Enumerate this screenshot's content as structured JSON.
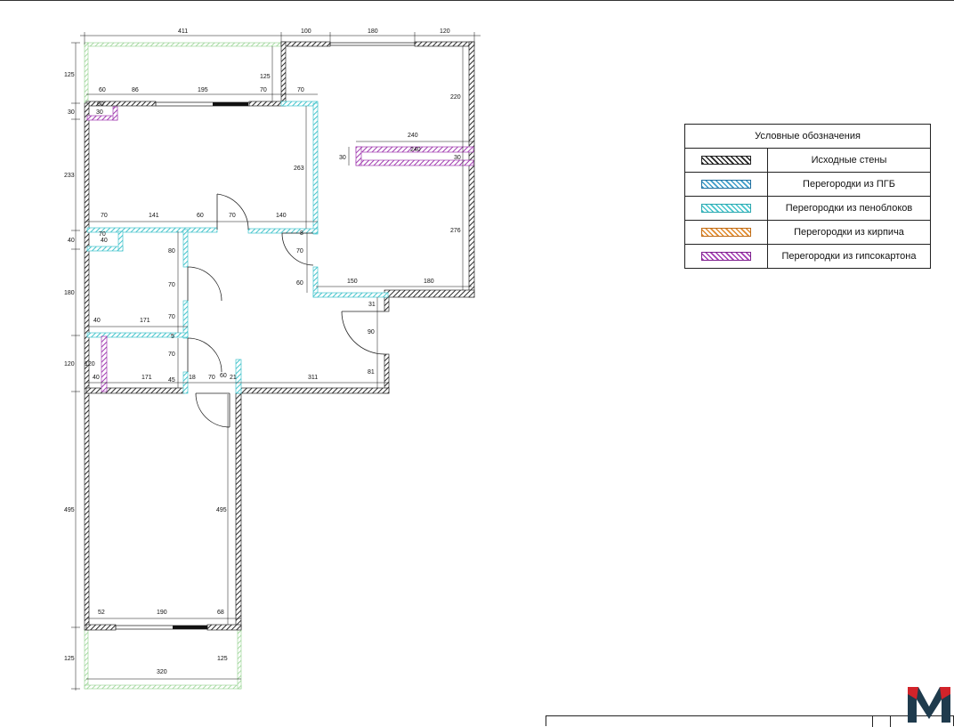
{
  "legend": {
    "title": "Условные обозначения",
    "items": [
      {
        "label": "Исходные стены",
        "color": "#222222",
        "pattern": "existing-wall-hatch"
      },
      {
        "label": "Перегородки из ПГБ",
        "color": "#3a9bc8",
        "pattern": "pgb-hatch"
      },
      {
        "label": "Перегородки из пеноблоков",
        "color": "#44c4cc",
        "pattern": "foam-block-hatch"
      },
      {
        "label": "Перегородки из кирпича",
        "color": "#e08a2c",
        "pattern": "brick-hatch"
      },
      {
        "label": "Перегородки из гипсокартона",
        "color": "#a03ab0",
        "pattern": "drywall-hatch"
      }
    ]
  },
  "colors": {
    "existing": "#2a2a2a",
    "foam": "#44c4cc",
    "drywall": "#a03ab0",
    "balcony": "#8fd08a",
    "dimension": "#111111"
  },
  "dimensions": {
    "top_411": "411",
    "top_100": "100",
    "top_180": "180",
    "top_120": "120",
    "left_125a": "125",
    "inner_125": "125",
    "right_220": "220",
    "d60": "60",
    "d86": "86",
    "d195": "195",
    "d70a": "70",
    "d70b": "70",
    "d60b": "60",
    "d30a": "30",
    "d30b": "30",
    "left_233": "233",
    "d263": "263",
    "d240a": "240",
    "d240b": "240",
    "d30c": "30",
    "d30d": "30",
    "d70c": "70",
    "d141": "141",
    "d60c": "60",
    "d70d": "70",
    "d140": "140",
    "d8": "8",
    "d40a": "40",
    "d70e": "70",
    "d40b": "40",
    "d80": "80",
    "d276": "276",
    "d70f": "70",
    "d60d": "60",
    "d150": "150",
    "d180b": "180",
    "left_180": "180",
    "d70g": "70",
    "d70h": "70",
    "d40c": "40",
    "d171a": "171",
    "d5": "5",
    "d31": "31",
    "d90": "90",
    "left_120": "120",
    "d120b": "120",
    "d70i": "70",
    "d81": "81",
    "d40d": "40",
    "d171b": "171",
    "d45": "45",
    "d18": "18",
    "d70j": "70",
    "d60e": "60",
    "d21": "21",
    "d311": "311",
    "left_495": "495",
    "d495": "495",
    "d52": "52",
    "d190": "190",
    "d68": "68",
    "left_125b": "125",
    "d125c": "125",
    "d320": "320"
  }
}
